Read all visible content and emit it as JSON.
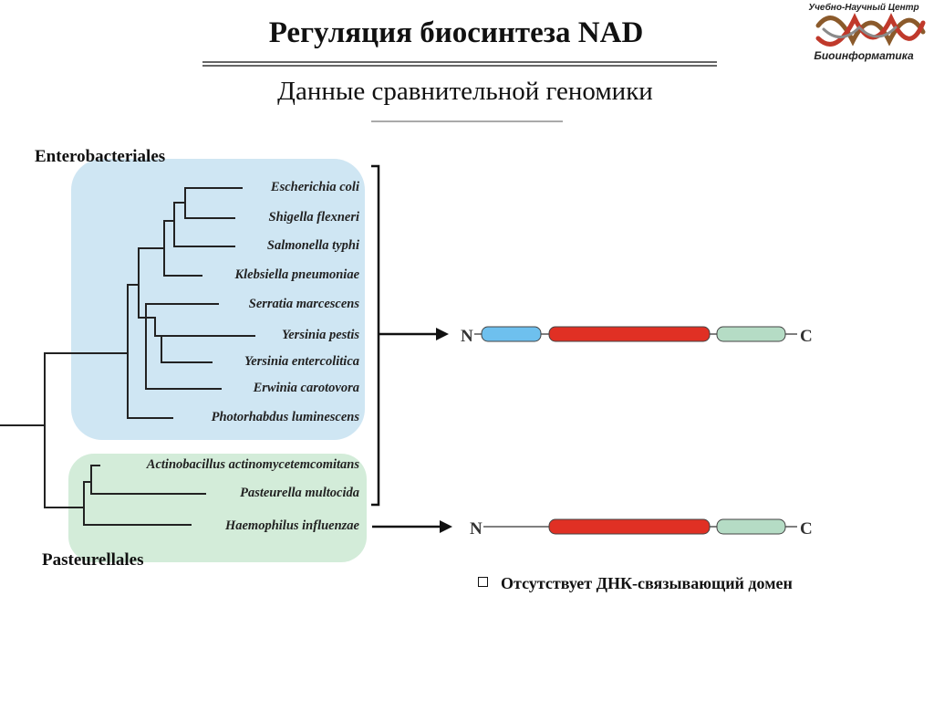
{
  "title": "Регуляция биосинтеза NAD",
  "subtitle": "Данные сравнительной геномики",
  "logo": {
    "top_text": "Учебно-Научный Центр",
    "bottom_text": "Биоинформатика",
    "colors": [
      "#8b5a2b",
      "#c0392b",
      "#7f7f7f"
    ]
  },
  "groups": {
    "enterobacteriales": {
      "label": "Enterobacteriales",
      "color": "#cfe6f3"
    },
    "pasteurellales": {
      "label": "Pasteurellales",
      "color": "#d3ecd9"
    }
  },
  "species": [
    "Escherichia coli",
    "Shigella flexneri",
    "Salmonella typhi",
    "Klebsiella pneumoniae",
    "Serratia marcescens",
    "Yersinia pestis",
    "Yersinia entercolitica",
    "Erwinia carotovora",
    "Photorhabdus luminescens",
    "Actinobacillus actinomycetemcomitans",
    "Pasteurella multocida",
    "Haemophilus influenzae"
  ],
  "proteins": {
    "n_label": "N",
    "c_label": "C",
    "full": {
      "domains": [
        "dna-binding",
        "catalytic",
        "c-terminal"
      ],
      "colors": [
        "#6ec0ee",
        "#e03024",
        "#b5dcc5"
      ]
    },
    "short": {
      "domains": [
        "catalytic",
        "c-terminal"
      ],
      "colors": [
        "#e03024",
        "#b5dcc5"
      ]
    }
  },
  "note": "Отсутствует ДНК-связывающий домен"
}
